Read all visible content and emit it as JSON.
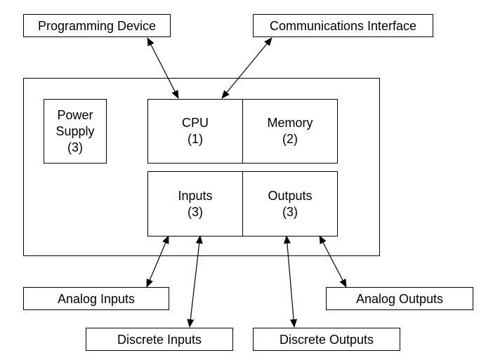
{
  "external": {
    "programming_device": "Programming Device",
    "communications_interface": "Communications Interface",
    "analog_inputs": "Analog Inputs",
    "discrete_inputs": "Discrete Inputs",
    "discrete_outputs": "Discrete Outputs",
    "analog_outputs": "Analog Outputs"
  },
  "plc": {
    "power_supply": {
      "line1": "Power",
      "line2": "Supply",
      "line3": "(3)"
    },
    "cpu": {
      "label": "CPU",
      "number": "(1)"
    },
    "memory": {
      "label": "Memory",
      "number": "(2)"
    },
    "inputs": {
      "label": "Inputs",
      "number": "(3)"
    },
    "outputs": {
      "label": "Outputs",
      "number": "(3)"
    }
  }
}
